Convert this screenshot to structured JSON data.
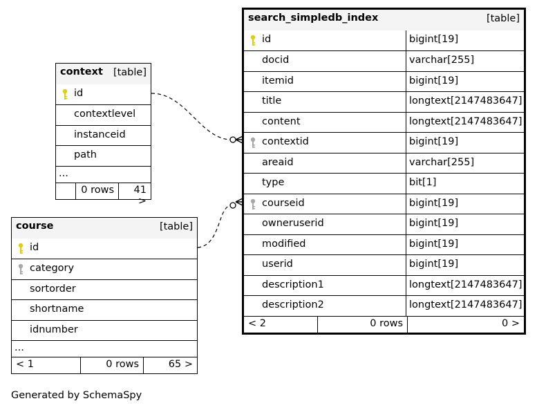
{
  "tables": {
    "context": {
      "name": "context",
      "tag": "[table]",
      "columns": [
        {
          "name": "id",
          "key": "primary"
        },
        {
          "name": "contextlevel",
          "key": "none"
        },
        {
          "name": "instanceid",
          "key": "none"
        },
        {
          "name": "path",
          "key": "none"
        }
      ],
      "more": "...",
      "footer": {
        "left": "",
        "rows": "0 rows",
        "right": "41 >"
      }
    },
    "course": {
      "name": "course",
      "tag": "[table]",
      "columns": [
        {
          "name": "id",
          "key": "primary"
        },
        {
          "name": "category",
          "key": "foreign"
        },
        {
          "name": "sortorder",
          "key": "none"
        },
        {
          "name": "shortname",
          "key": "none"
        },
        {
          "name": "idnumber",
          "key": "none"
        }
      ],
      "more": "...",
      "footer": {
        "left": "< 1",
        "rows": "0 rows",
        "right": "65 >"
      }
    },
    "main": {
      "name": "search_simpledb_index",
      "tag": "[table]",
      "columns": [
        {
          "name": "id",
          "type": "bigint[19]",
          "key": "primary"
        },
        {
          "name": "docid",
          "type": "varchar[255]",
          "key": "none"
        },
        {
          "name": "itemid",
          "type": "bigint[19]",
          "key": "none"
        },
        {
          "name": "title",
          "type": "longtext[2147483647]",
          "key": "none"
        },
        {
          "name": "content",
          "type": "longtext[2147483647]",
          "key": "none"
        },
        {
          "name": "contextid",
          "type": "bigint[19]",
          "key": "foreign"
        },
        {
          "name": "areaid",
          "type": "varchar[255]",
          "key": "none"
        },
        {
          "name": "type",
          "type": "bit[1]",
          "key": "none"
        },
        {
          "name": "courseid",
          "type": "bigint[19]",
          "key": "foreign"
        },
        {
          "name": "owneruserid",
          "type": "bigint[19]",
          "key": "none"
        },
        {
          "name": "modified",
          "type": "bigint[19]",
          "key": "none"
        },
        {
          "name": "userid",
          "type": "bigint[19]",
          "key": "none"
        },
        {
          "name": "description1",
          "type": "longtext[2147483647]",
          "key": "none"
        },
        {
          "name": "description2",
          "type": "longtext[2147483647]",
          "key": "none"
        }
      ],
      "footer": {
        "left": "< 2",
        "rows": "0 rows",
        "right": "0 >"
      }
    }
  },
  "generated_by": "Generated by SchemaSpy",
  "colors": {
    "primary_key": "#e0d000",
    "foreign_key": "#a8a8a8",
    "header_bg": "#f4f4f4"
  }
}
